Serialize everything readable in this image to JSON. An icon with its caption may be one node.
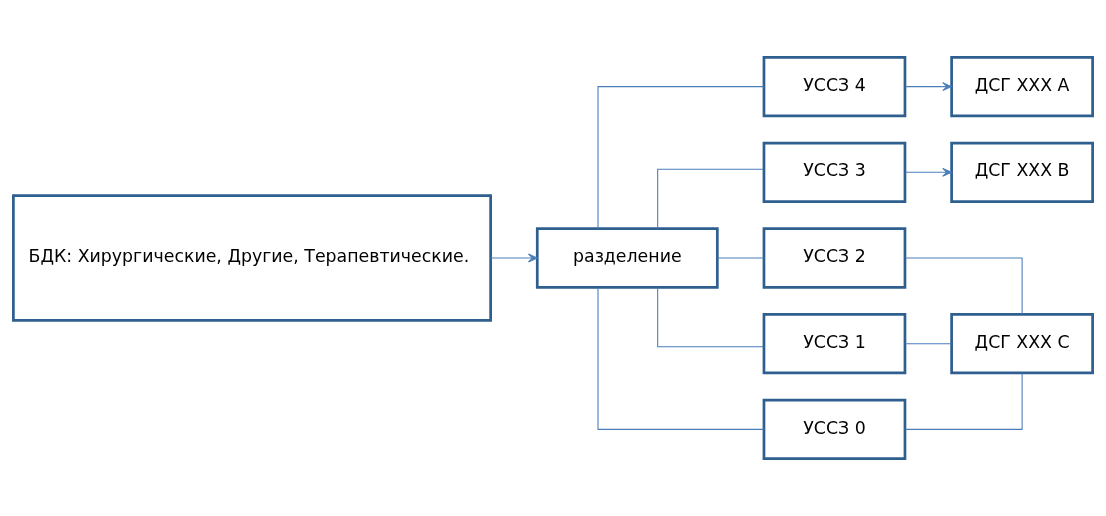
{
  "diagram": {
    "nodes": [
      {
        "text": [
          "БДК: Хирургические, Другие, Терапевтические."
        ]
      },
      {
        "text": [
          "разделение"
        ]
      },
      {
        "text": [
          "УССЗ 4"
        ]
      },
      {
        "text": [
          "УССЗ 3"
        ]
      },
      {
        "text": [
          "УССЗ 2"
        ]
      },
      {
        "text": [
          "УССЗ 1"
        ]
      },
      {
        "text": [
          "УССЗ 0"
        ]
      },
      {
        "text": [
          "ДСГ ХХХ А"
        ]
      },
      {
        "text": [
          "ДСГ ХХХ В"
        ]
      },
      {
        "text": [
          "ДСГ ХХХ С"
        ]
      }
    ],
    "edges": [
      {
        "from": 0,
        "to": 1,
        "arrow": "to"
      },
      {
        "from": 1,
        "to": 2,
        "arrow": "none"
      },
      {
        "from": 1,
        "to": 3,
        "arrow": "none"
      },
      {
        "from": 1,
        "to": 4,
        "arrow": "none"
      },
      {
        "from": 1,
        "to": 5,
        "arrow": "none"
      },
      {
        "from": 1,
        "to": 6,
        "arrow": "none"
      },
      {
        "from": 2,
        "to": 7,
        "arrow": "to"
      },
      {
        "from": 3,
        "to": 8,
        "arrow": "to"
      },
      {
        "from": 4,
        "to": 9,
        "arrow": "none"
      },
      {
        "from": 5,
        "to": 9,
        "arrow": "none"
      },
      {
        "from": 6,
        "to": 9,
        "arrow": "none"
      }
    ]
  }
}
